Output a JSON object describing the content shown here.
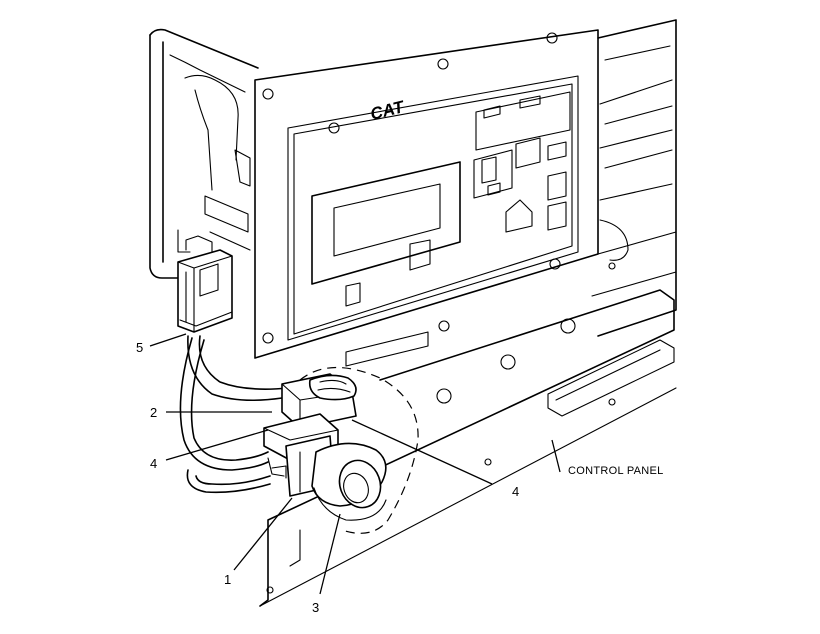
{
  "diagram": {
    "logo_text": "CAT",
    "panel_label": "CONTROL PANEL",
    "callouts": {
      "c1": "1",
      "c2": "2",
      "c3": "3",
      "c4a": "4",
      "c4b": "4",
      "c5": "5"
    }
  }
}
